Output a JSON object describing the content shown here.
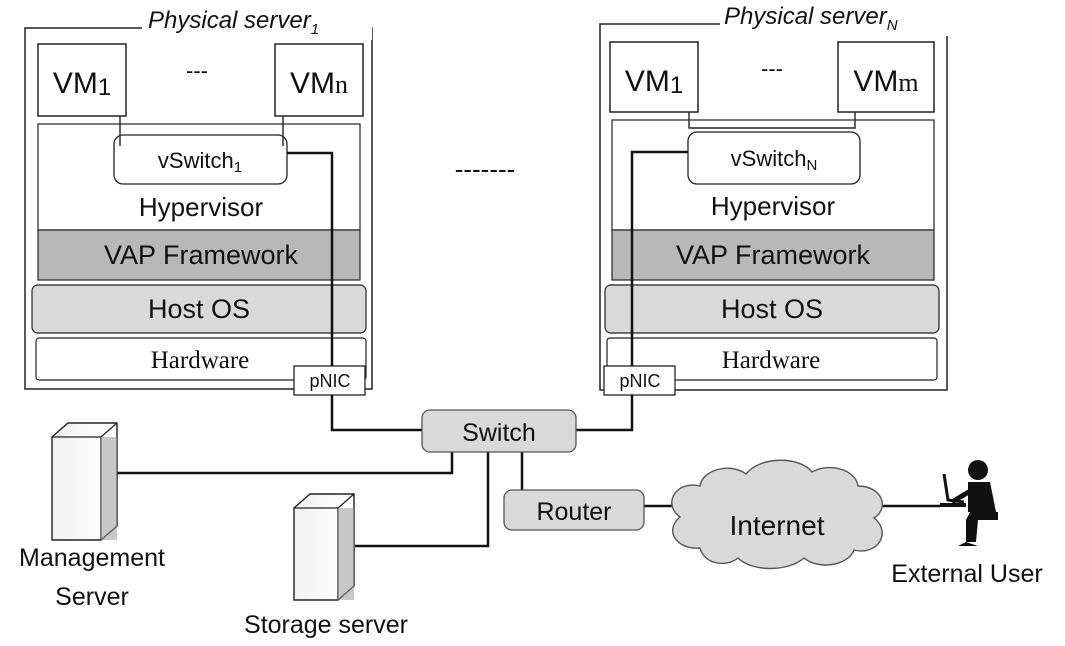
{
  "diagram": {
    "servers": [
      {
        "title": "Physical server",
        "title_sub": "1",
        "vm_left": {
          "label": "VM",
          "sub": "1"
        },
        "vm_right": {
          "label": "VM",
          "sub": "n"
        },
        "vm_dots": "---",
        "vswitch": {
          "label": "vSwitch",
          "sub": "1"
        },
        "hypervisor": "Hypervisor",
        "vap": "VAP Framework",
        "host_os": "Host OS",
        "hardware": "Hardware",
        "pnic": "pNIC"
      },
      {
        "title": "Physical server",
        "title_sub": "N",
        "vm_left": {
          "label": "VM",
          "sub": "1"
        },
        "vm_right": {
          "label": "VM",
          "sub": "m"
        },
        "vm_dots": "---",
        "vswitch": {
          "label": "vSwitch",
          "sub": "N"
        },
        "hypervisor": "Hypervisor",
        "vap": "VAP Framework",
        "host_os": "Host OS",
        "hardware": "Hardware",
        "pnic": "pNIC"
      }
    ],
    "between_dots": "-------",
    "switch": "Switch",
    "router": "Router",
    "internet": "Internet",
    "management": {
      "line1": "Management",
      "line2": "Server"
    },
    "storage": "Storage server",
    "external_user": "External User",
    "colors": {
      "stroke": "#222222",
      "vap_fill": "#b8b8b8",
      "host_fill": "#d9d9d9",
      "switch_fill": "#d9d9d9",
      "cloud_fill": "#d9d9d9"
    }
  }
}
